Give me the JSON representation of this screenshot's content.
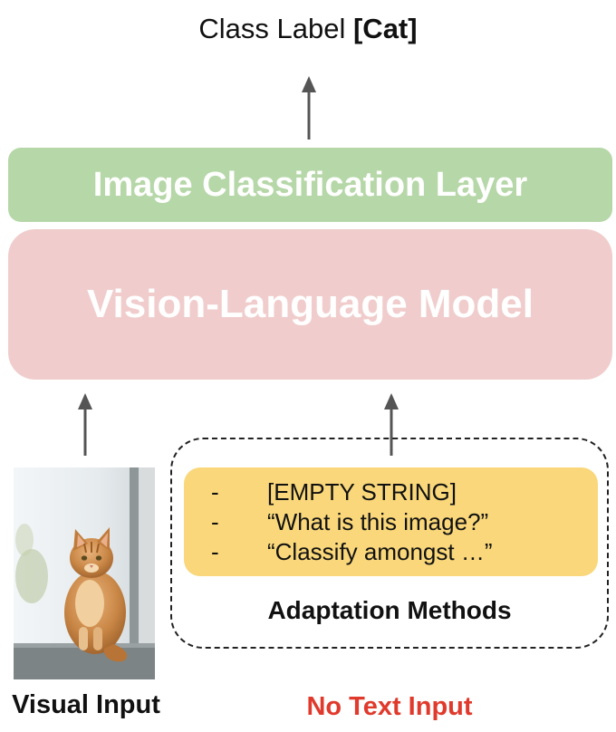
{
  "output": {
    "prefix": "Class Label ",
    "value": "[Cat]"
  },
  "layers": {
    "classification": "Image Classification Layer",
    "vlm": "Vision-Language Model"
  },
  "prompts": [
    {
      "bullet": "-",
      "text": "[EMPTY STRING]"
    },
    {
      "bullet": "-",
      "text": "“What is this image?”"
    },
    {
      "bullet": "-",
      "text": "“Classify amongst …”"
    }
  ],
  "adaptation_label": "Adaptation Methods",
  "captions": {
    "visual_input": "Visual Input",
    "no_text_input": "No Text Input"
  },
  "colors": {
    "classification_layer": "#b6d7a8",
    "vlm_layer": "#f0cdcc",
    "prompt_box": "#f9d77a",
    "no_text_caption": "#e03a2c",
    "arrow": "#555555"
  },
  "icons": {
    "cat_image": "cat-photo"
  }
}
